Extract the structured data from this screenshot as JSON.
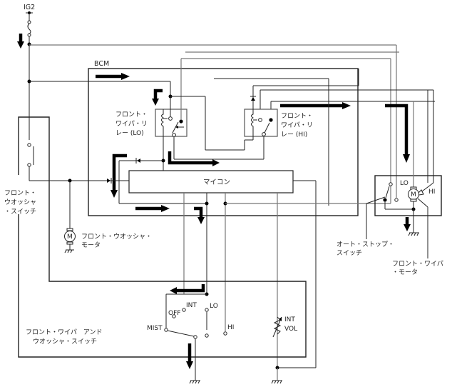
{
  "diagram": {
    "type": "wiring-diagram",
    "power_source": "IG2",
    "bcm_label": "BCM",
    "microcomputer_label": "マイコン",
    "relay_lo_label": [
      "フロント・",
      "ワイパ・リ",
      "レー (LO)"
    ],
    "relay_hi_label": [
      "フロント・",
      "ワイパ・リ",
      "レー (HI)"
    ],
    "washer_switch_label": [
      "フロント・",
      "ウオッシャ",
      "・スイッチ"
    ],
    "washer_motor_label": [
      "フロント・ウオッシャ・",
      "モータ"
    ],
    "wiper_washer_switch_label": [
      "フロント・ワイパ　アンド",
      "ウオッシャ・スイッチ"
    ],
    "auto_stop_switch_label": [
      "オート・ストップ・",
      "スイッチ"
    ],
    "wiper_motor_label": [
      "フロント・ワイパ",
      "・モータ"
    ],
    "motor_symbol": "M",
    "motor_terminals": {
      "lo": "LO",
      "hi": "HI"
    },
    "switch_positions": {
      "mist": "MIST",
      "off": "OFF",
      "int": "INT",
      "lo": "LO",
      "hi": "HI"
    },
    "int_volume_label": [
      "INT",
      "VOL"
    ],
    "colors": {
      "wire_dark": "#222222",
      "wire_gray": "#777777",
      "current_flow_arrow": "#000000"
    }
  }
}
